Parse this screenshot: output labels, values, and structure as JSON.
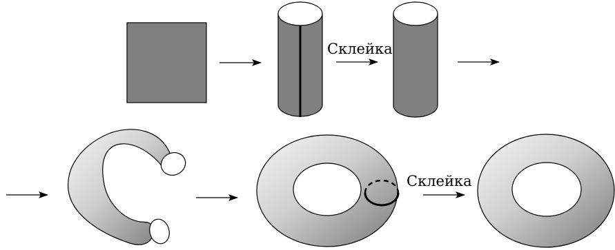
{
  "diagram": {
    "labels": {
      "glue_top": "Склейка",
      "glue_bottom": "Склейка"
    },
    "steps": [
      {
        "shape": "square"
      },
      {
        "shape": "cylinder-with-seam"
      },
      {
        "shape": "cylinder"
      },
      {
        "shape": "open-torus"
      },
      {
        "shape": "torus-with-gluing-circle"
      },
      {
        "shape": "torus"
      }
    ],
    "colors": {
      "surface_flat": "#808080",
      "stroke": "#000000",
      "hole_fill": "#ffffff",
      "gradient_light": "#f4f4f4",
      "gradient_dark": "#7a7a7a"
    }
  }
}
